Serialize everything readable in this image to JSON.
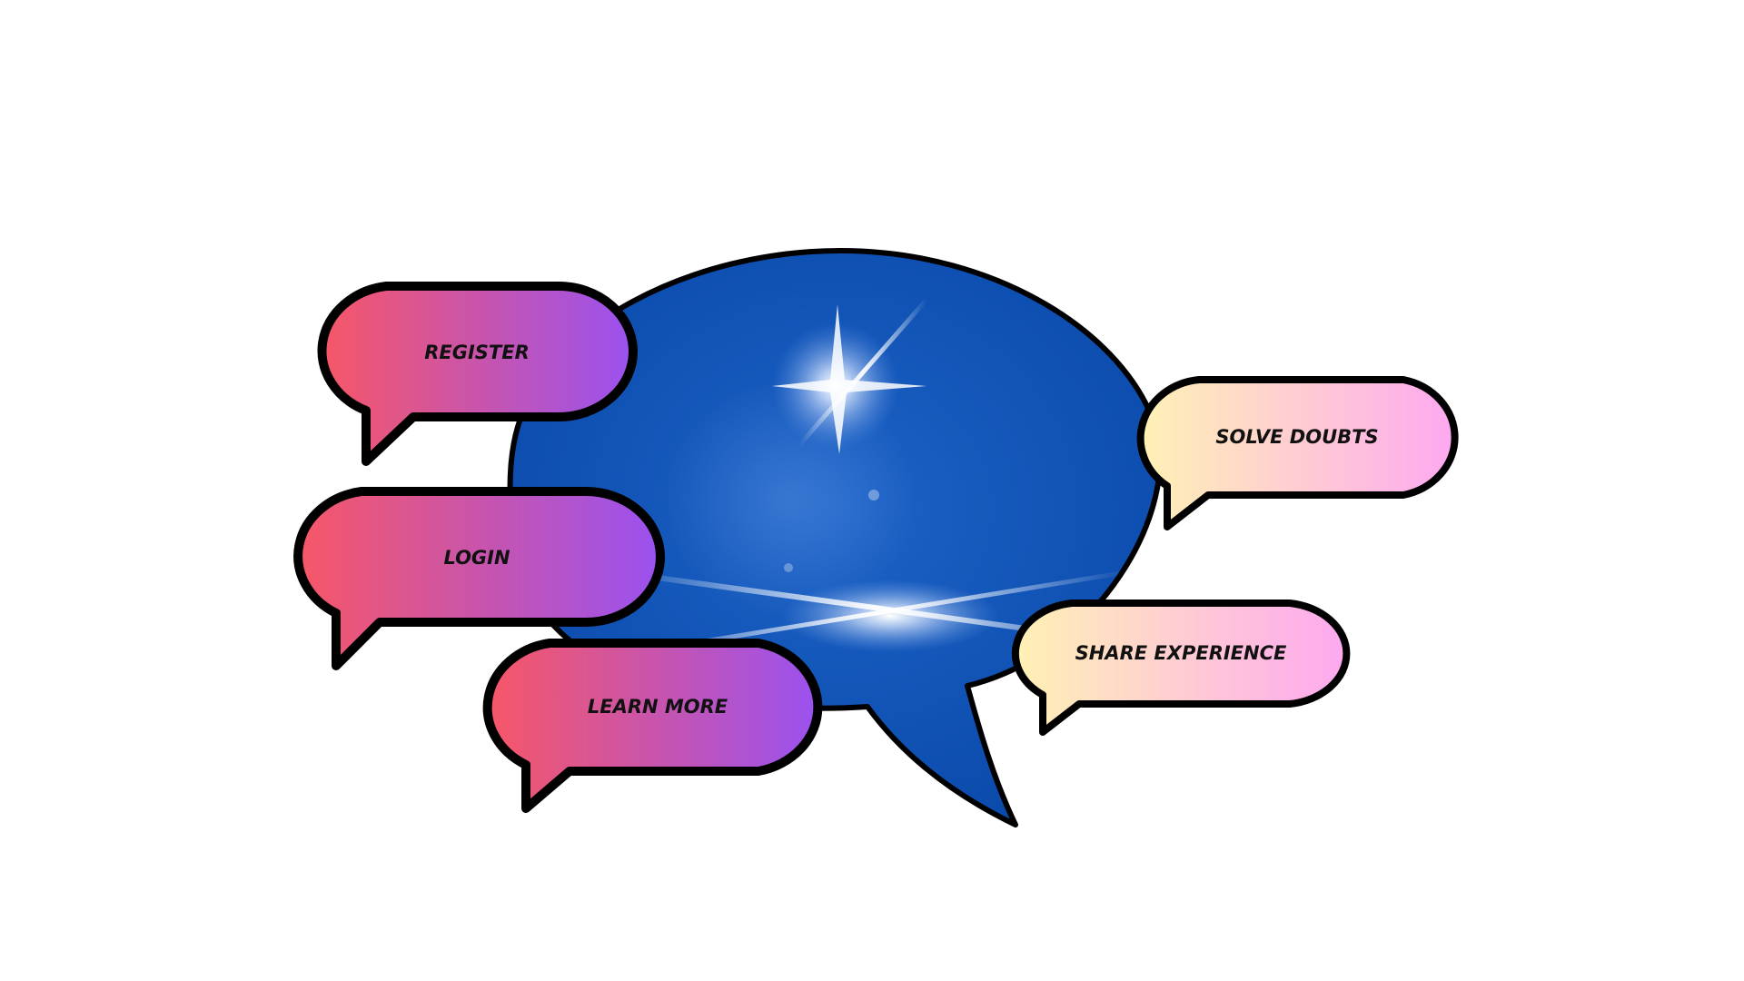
{
  "buttons": {
    "register": "REGISTER",
    "login": "LOGIN",
    "learn_more": "LEARN MORE",
    "solve_doubts": "SOLVE DOUBTS",
    "share_experience": "SHARE EXPERIENCE"
  },
  "colors": {
    "background": "#ffffff",
    "central_bubble": "#0a4fb0",
    "outline": "#000000",
    "left_gradient_start": "#f75767",
    "left_gradient_end": "#9a52f0",
    "right_gradient_start": "#fff1b4",
    "right_gradient_end": "#fda8f0"
  },
  "icons": {
    "central": "speech-bubble-icon",
    "buttons": "speech-bubble-icon"
  }
}
